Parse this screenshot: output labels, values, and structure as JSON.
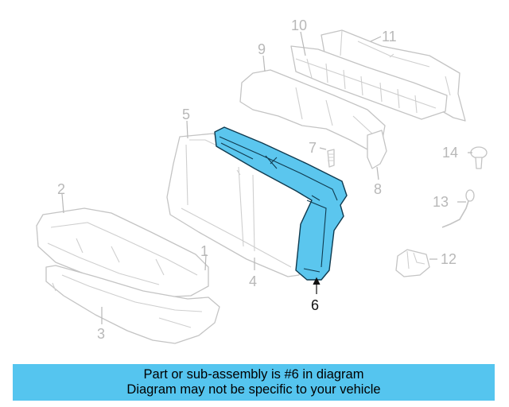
{
  "diagram": {
    "callouts": [
      "1",
      "2",
      "3",
      "4",
      "5",
      "6",
      "7",
      "8",
      "9",
      "10",
      "11",
      "12",
      "13",
      "14"
    ],
    "highlighted_part": "6",
    "highlight_color": "#5bc6ee",
    "line_color": "#c4c4c4"
  },
  "banner": {
    "line1": "Part or sub-assembly is #6 in diagram",
    "line2": "Diagram may not be specific to your vehicle",
    "background": "#55c5ef"
  }
}
